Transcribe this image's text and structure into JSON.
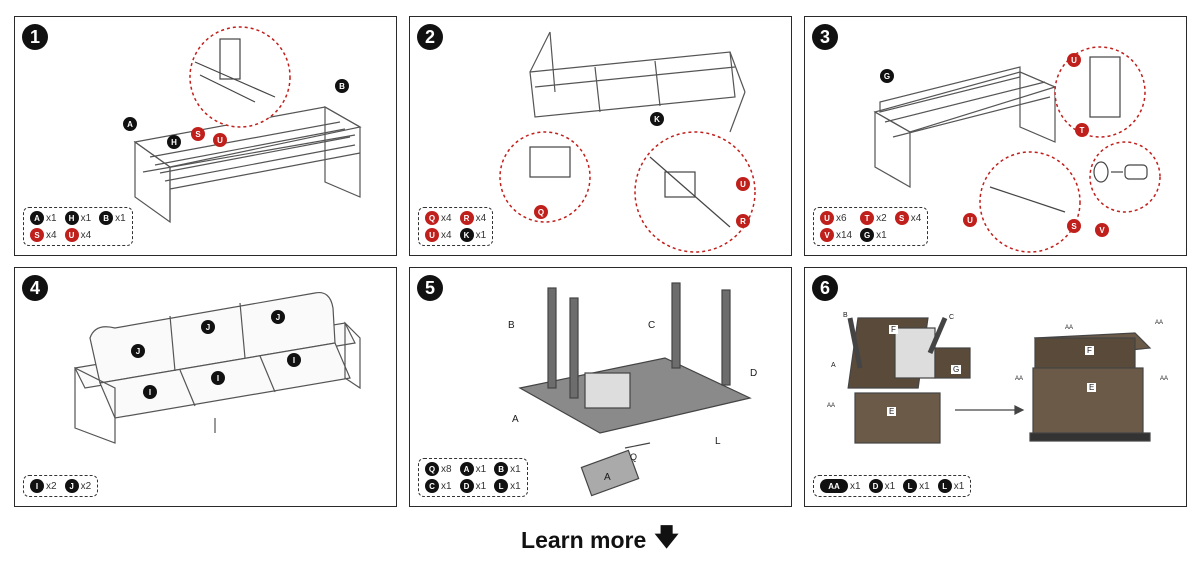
{
  "steps": [
    {
      "number": "1",
      "parts": [
        {
          "id": "A",
          "qty": "x1",
          "color": "dark"
        },
        {
          "id": "H",
          "qty": "x1",
          "color": "dark"
        },
        {
          "id": "B",
          "qty": "x1",
          "color": "dark"
        },
        {
          "id": "S",
          "qty": "x4",
          "color": "red"
        },
        {
          "id": "U",
          "qty": "x4",
          "color": "red"
        }
      ]
    },
    {
      "number": "2",
      "parts": [
        {
          "id": "Q",
          "qty": "x4",
          "color": "red"
        },
        {
          "id": "R",
          "qty": "x4",
          "color": "red"
        },
        {
          "id": "U",
          "qty": "x4",
          "color": "red"
        },
        {
          "id": "K",
          "qty": "x1",
          "color": "dark"
        }
      ]
    },
    {
      "number": "3",
      "parts": [
        {
          "id": "U",
          "qty": "x6",
          "color": "red"
        },
        {
          "id": "T",
          "qty": "x2",
          "color": "red"
        },
        {
          "id": "S",
          "qty": "x4",
          "color": "red"
        },
        {
          "id": "V",
          "qty": "x14",
          "color": "red"
        },
        {
          "id": "G",
          "qty": "x1",
          "color": "dark"
        }
      ]
    },
    {
      "number": "4",
      "parts": [
        {
          "id": "I",
          "qty": "x2",
          "color": "dark"
        },
        {
          "id": "J",
          "qty": "x2",
          "color": "dark"
        }
      ]
    },
    {
      "number": "5",
      "parts": [
        {
          "id": "Q",
          "qty": "x8",
          "color": "dark"
        },
        {
          "id": "A",
          "qty": "x1",
          "color": "dark"
        },
        {
          "id": "B",
          "qty": "x1",
          "color": "dark"
        },
        {
          "id": "C",
          "qty": "x1",
          "color": "dark"
        },
        {
          "id": "D",
          "qty": "x1",
          "color": "dark"
        },
        {
          "id": "L",
          "qty": "x1",
          "color": "dark"
        }
      ]
    },
    {
      "number": "6",
      "parts": [
        {
          "id": "AA",
          "qty": "x1",
          "color": "dark"
        },
        {
          "id": "D",
          "qty": "x1",
          "color": "dark"
        },
        {
          "id": "L",
          "qty": "x1",
          "color": "dark"
        },
        {
          "id": "L",
          "qty": "x1",
          "color": "dark"
        }
      ]
    }
  ],
  "diagram_labels": {
    "s1": {
      "a": "A",
      "h": "H",
      "b": "B",
      "s": "S",
      "u": "U"
    },
    "s2": {
      "k": "K",
      "q": "Q",
      "u": "U",
      "r": "R"
    },
    "s3": {
      "g": "G",
      "u1": "U",
      "t": "T",
      "u2": "U",
      "s": "S",
      "v": "V"
    },
    "s4": {
      "j1": "J",
      "j2": "J",
      "j3": "J",
      "i1": "I",
      "i2": "I",
      "i3": "I"
    },
    "s5": {
      "b": "B",
      "c": "C",
      "d": "D",
      "a": "A",
      "l": "L",
      "q": "Q",
      "plate": "A"
    },
    "s6": {
      "b": "B",
      "c": "C",
      "a": "A",
      "f1": "F",
      "g": "G",
      "e1": "E",
      "aa1": "AA",
      "aa2": "AA",
      "aa3": "AA",
      "aa4": "AA",
      "aa5": "AA",
      "f2": "F",
      "e2": "E"
    }
  },
  "footer": {
    "learn_more": "Learn more",
    "arrow_icon": "down-arrow-icon"
  },
  "colors": {
    "red": "#c0201c",
    "dark": "#111111"
  }
}
